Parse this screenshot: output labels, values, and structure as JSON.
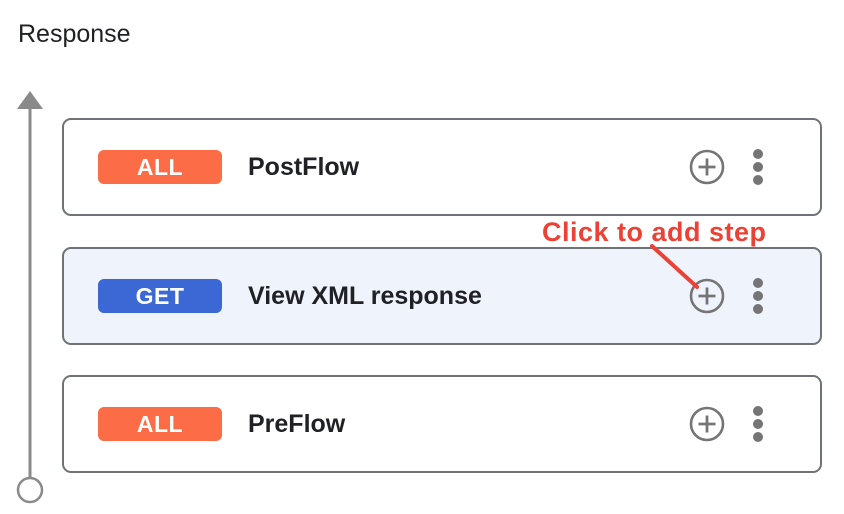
{
  "header": {
    "title": "Response"
  },
  "flow": {
    "direction": "bottom-to-top",
    "cards": [
      {
        "badge": "ALL",
        "badge_color": "#FB6C47",
        "label": "PostFlow",
        "highlighted": false
      },
      {
        "badge": "GET",
        "badge_color": "#3B68D5",
        "label": "View XML response",
        "highlighted": true
      },
      {
        "badge": "ALL",
        "badge_color": "#FB6C47",
        "label": "PreFlow",
        "highlighted": false
      }
    ],
    "card_icons": {
      "add": "plus-circle",
      "menu": "three-dot-kebab"
    }
  },
  "annotation": {
    "text": "Click to add step",
    "color": "#EC4236"
  },
  "colors": {
    "card_border": "#6F7377",
    "highlight_card_bg": "#EFF3FC",
    "icon_gray": "#757575",
    "timeline_gray": "#8A8A8A",
    "text_dark": "#202124",
    "badge_orange": "#FB6C47",
    "badge_blue": "#3B68D5",
    "annotation_red": "#EC4236"
  }
}
